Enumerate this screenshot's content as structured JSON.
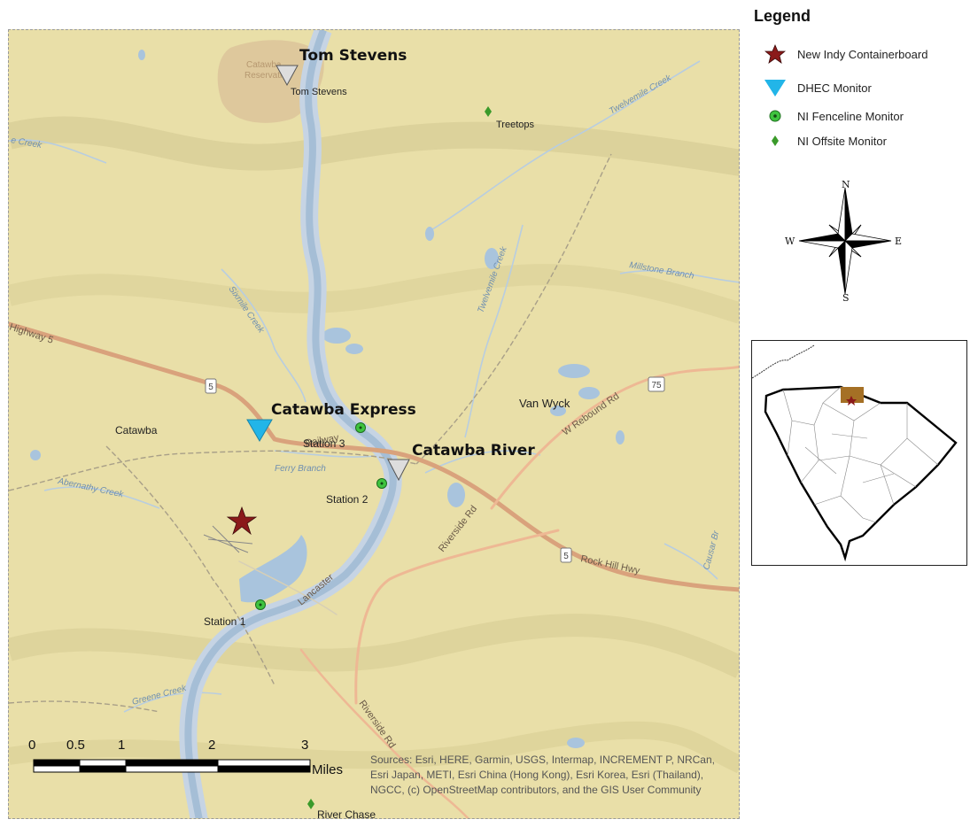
{
  "legend": {
    "title": "Legend",
    "items": [
      {
        "label": "New Indy Containerboard",
        "icon": "star-icon",
        "color": "#8b1a1a"
      },
      {
        "label": "DHEC Monitor",
        "icon": "triangle-down-icon",
        "color": "#22b5e8"
      },
      {
        "label": "NI Fenceline Monitor",
        "icon": "green-circle-icon",
        "color": "#3fc43f"
      },
      {
        "label": "NI Offsite Monitor",
        "icon": "green-diamond-icon",
        "color": "#3a9a2a"
      }
    ]
  },
  "compass": {
    "n": "N",
    "s": "S",
    "e": "E",
    "w": "W"
  },
  "map": {
    "monitor_labels": {
      "tom_stevens": "Tom Stevens",
      "catawba_express": "Catawba Express",
      "catawba_river": "Catawba River"
    },
    "small_labels": {
      "tom_stevens_small": "Tom Stevens",
      "treetops": "Treetops",
      "station3": "Station 3",
      "station2": "Station 2",
      "station1": "Station 1",
      "river_chase": "River Chase",
      "catawba_town": "Catawba",
      "van_wyck": "Van Wyck",
      "reservation_1": "Catawba",
      "reservation_2": "Reservation"
    },
    "road_labels": {
      "highway5": "Highway 5",
      "w_rebound": "W Rebound Rd",
      "riverside_rd": "Riverside Rd",
      "riverside_rd2": "Riverside Rd",
      "rock_hill": "Rock Hill Hwy",
      "lancaster": "Lancaster",
      "railway": "Railway",
      "millstone": "Millstone Branch",
      "twelvemile1": "Twelvemile Creek",
      "twelvemile2": "Twelvemile Creek",
      "sixmile": "Sixmile Creek",
      "ferry": "Ferry Branch",
      "abernathy": "Abernathy Creek",
      "greene": "Greene Creek",
      "creek_left": "e Creek",
      "causar": "Causar Br"
    },
    "shields": {
      "s5a": "5",
      "s5b": "5",
      "s75": "75"
    }
  },
  "scalebar": {
    "ticks": [
      "0",
      "0.5",
      "1",
      "2",
      "3"
    ],
    "unit": "Miles"
  },
  "credits": {
    "text": "Sources: Esri, HERE, Garmin, USGS, Intermap, INCREMENT P, NRCan, Esri Japan, METI, Esri China (Hong Kong), Esri Korea, Esri (Thailand), NGCC, (c) OpenStreetMap contributors, and the GIS User Community"
  },
  "colors": {
    "terrain": "#e9dfa8",
    "water": "#a9c4dd",
    "road": "#d9a27c",
    "reservation": "#dcc49a"
  }
}
